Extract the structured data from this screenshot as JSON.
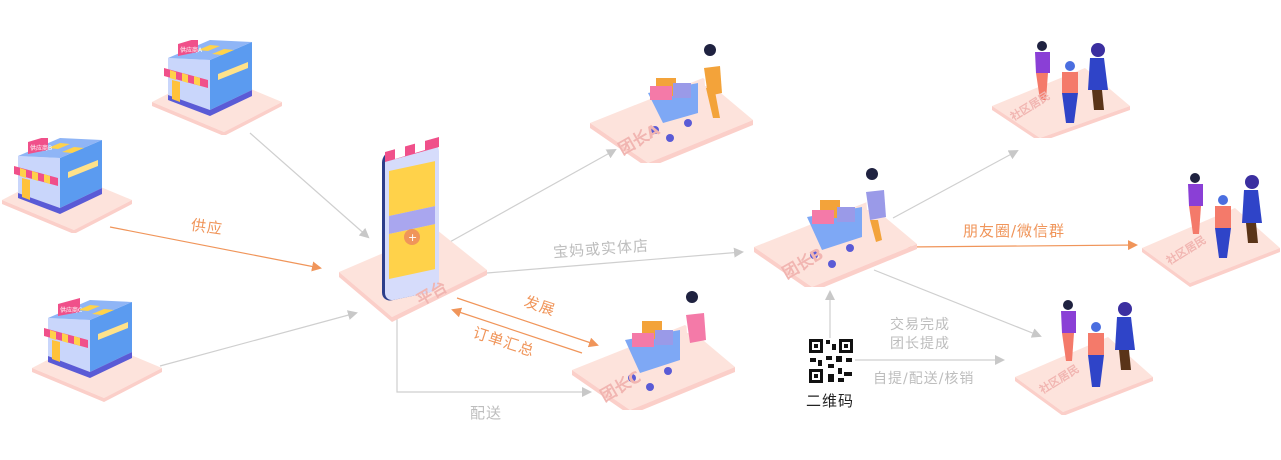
{
  "colors": {
    "accent_orange": "#f0955a",
    "line_gray": "#cccccc",
    "text_gray": "#bdbdbd",
    "platform_pink": "#fde3dc",
    "platform_edge": "#fbcfc9",
    "platform_text": "#f1b5b1",
    "store_blue": "#5b9bf0",
    "store_dark": "#5a5bd6",
    "awning_pink": "#f0508a",
    "awning_yellow": "#ffd24a"
  },
  "suppliers": [
    {
      "sign": "供应商A"
    },
    {
      "sign": "供应商B"
    },
    {
      "sign": "供应商C"
    }
  ],
  "platform": {
    "label": "平台"
  },
  "leaders": [
    {
      "label": "团长A"
    },
    {
      "label": "团长B"
    },
    {
      "label": "团长C"
    }
  ],
  "residents": [
    {
      "label": "社区居民"
    },
    {
      "label": "社区居民"
    },
    {
      "label": "社区居民"
    }
  ],
  "edges": {
    "supply": "供应",
    "moms_or_store": "宝妈或实体店",
    "develop": "发展",
    "order_summary": "订单汇总",
    "delivery": "配送",
    "moments_wechat": "朋友圈/微信群",
    "trade_done": "交易完成",
    "leader_commission": "团长提成",
    "pickup_options": "自提/配送/核销"
  },
  "qr": {
    "label": "二维码"
  }
}
